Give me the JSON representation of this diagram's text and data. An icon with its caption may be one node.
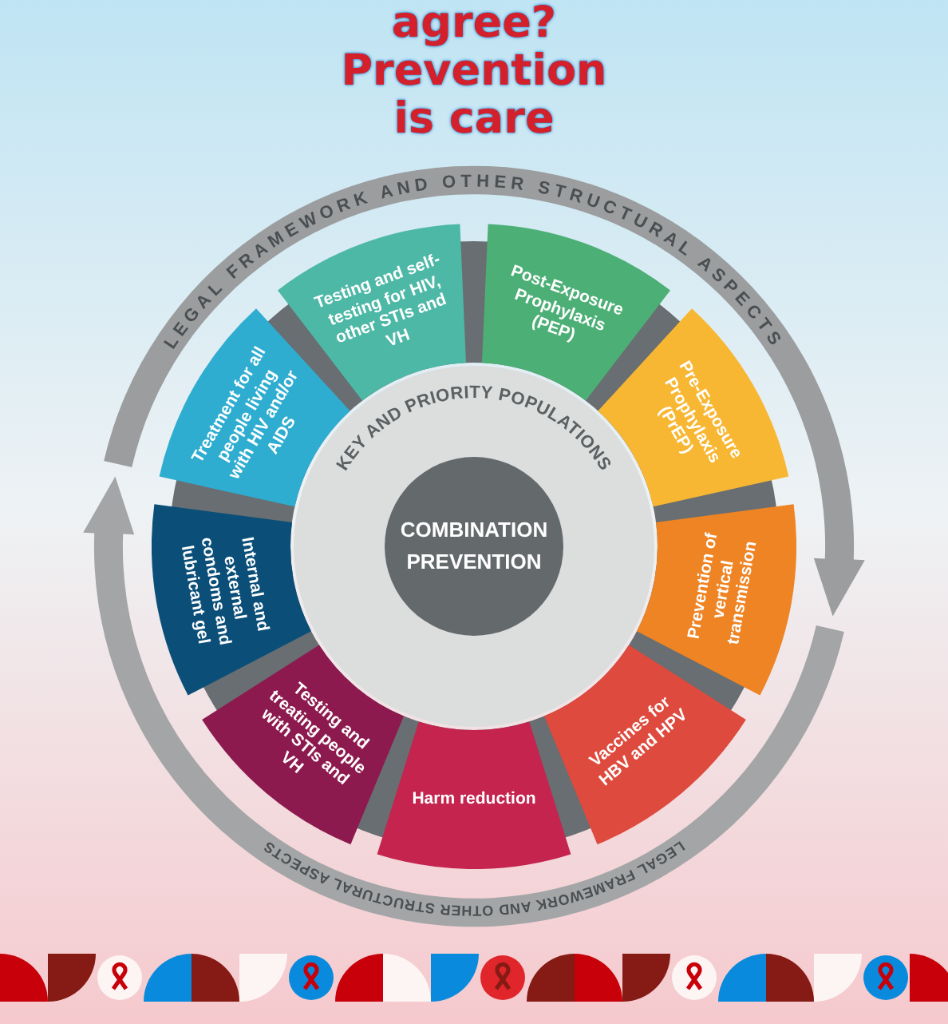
{
  "diagram": {
    "title": "agree? Prevention is care",
    "nodes": [
      {
        "text": [
          "LEGAL FRAMEWORK AND OTHER STRUCTURAL ASPECTS",
          "LEGAL FRAMEWORK AND OTHER STRUCTURAL ASPECTS"
        ]
      },
      {
        "text": [
          "KEY AND PRIORITY POPULATIONS"
        ],
        "in": 0
      },
      {
        "text": [
          "COMBINATION PREVENTION"
        ],
        "in": 1
      },
      {
        "text": [
          "Testing and self-testing for HIV, other STIs and VH"
        ],
        "in": 0
      },
      {
        "text": [
          "Post-Exposure Prophylaxis (PEP)"
        ],
        "in": 0
      },
      {
        "text": [
          "Pre-Exposure Prophylaxis (PrEP)"
        ],
        "in": 0
      },
      {
        "text": [
          "Prevention of vertical transmission"
        ],
        "in": 0
      },
      {
        "text": [
          "Vaccines for HBV and HPV"
        ],
        "in": 0
      },
      {
        "text": [
          "Harm reduction"
        ],
        "in": 0
      },
      {
        "text": [
          "Testing and treating people with STIs and VH"
        ],
        "in": 0
      },
      {
        "text": [
          "Internal and external condoms and lubricant gel"
        ],
        "in": 0
      },
      {
        "text": [
          "Treatment for all people living with HIV and/or AIDS"
        ],
        "in": 0
      }
    ]
  }
}
